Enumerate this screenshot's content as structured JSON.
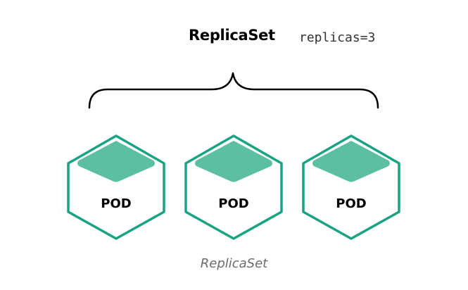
{
  "header": {
    "title": "ReplicaSet",
    "replicas_text": "replicas=3"
  },
  "pods": [
    {
      "label": "POD"
    },
    {
      "label": "POD"
    },
    {
      "label": "POD"
    }
  ],
  "caption": "ReplicaSet",
  "colors": {
    "pod_outline": "#18a383",
    "pod_fill": "#5cbfa2",
    "brace": "#000000"
  }
}
